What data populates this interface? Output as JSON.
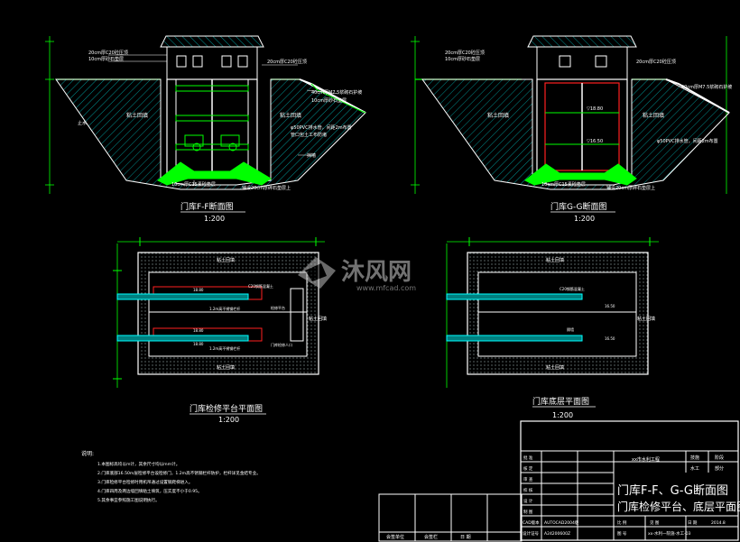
{
  "drawing": {
    "section_ff": {
      "title": "门库F-F断面图",
      "scale": "1:200",
      "labels": {
        "cap1": "20cm厚C20砼压顶",
        "cap2": "10cm厚砂石垫层",
        "top_right": "20cm厚C20砼压顶",
        "slope_protect": "40cm厚M7.5浆砌石护坡",
        "slope2": "10cm厚砂石垫层",
        "backfill_left": "粘土回填",
        "backfill_right": "粘土回填",
        "drain1": "φ50PVC排水管，间距2m布置",
        "drain2": "管口包土工布防堵",
        "inner": "止水",
        "wall": "挡墙",
        "bottom": "10cm厚C15素砼垫层",
        "bottom2": "铺设20cm厚碎石垫层上"
      }
    },
    "section_gg": {
      "title": "门库G-G断面图",
      "scale": "1:200",
      "labels": {
        "cap1": "20cm厚C20砼压顶",
        "cap2": "10cm厚砂石垫层",
        "top_right": "20cm厚C20砼压顶",
        "slope_protect": "40cm厚M7.5浆砌石护坡",
        "backfill_left": "粘土回填",
        "backfill_right": "粘土回填",
        "elev1": "▽18.80",
        "elev2": "▽16.50",
        "drain1": "φ50PVC排水管，间距2m布置",
        "bottom": "10cm厚C15素砼垫层",
        "bottom2": "铺设20cm厚碎石垫层上"
      }
    },
    "plan_left": {
      "title": "门库检修平台平面图",
      "scale": "1:200",
      "labels": {
        "top": "粘土回填",
        "bottom": "粘土回填",
        "right": "粘土回填",
        "elev_a": "18.80",
        "elev_b": "18.80",
        "elev_c": "18.80",
        "note1": "C20钢筋混凝土",
        "note2": "1.2m高不锈钢栏杆",
        "note3": "检修平台",
        "note4": "门库检修人口",
        "note5": "1.2m高不锈钢栏杆"
      }
    },
    "plan_right": {
      "title": "门库底层平面图",
      "scale": "1:200",
      "labels": {
        "top": "粘土回填",
        "bottom": "粘土回填",
        "right": "粘土回填",
        "elev_a": "16.50",
        "elev_b": "16.50",
        "note1": "C20钢筋混凝土",
        "note2": "隔墙"
      }
    },
    "notes": {
      "heading": "说明:",
      "lines": [
        "1.本图标高均以m计，其余尺寸均以mm计。",
        "2.门库底部16.50m层检修平台设检修门，1.2m高不锈钢栏杆防护，栏杆详见金结专业。",
        "3.门库检修平台检修时用机吊通过设置钢爬梯进入。",
        "4.门库四周及两边墙回填粘土填筑，压实度不小于0.95。",
        "5.其余事宜参照施工图说明执行。"
      ]
    },
    "title_block": {
      "company": "xx市水利工程",
      "stage_lbl": "技施",
      "stage_val": "阶段",
      "spec_lbl": "水工",
      "spec_val": "部分",
      "rows": [
        "批 准",
        "核 定",
        "审 查",
        "校 核",
        "设 计",
        "制 图",
        "设计证号"
      ],
      "cad_lbl": "CAD版本",
      "cad_val": "AUTOCAD2004版",
      "cert_val": "A24200600Z",
      "title_line1": "门库F-F、G-G断面图",
      "title_line2": "门库检修平台、底层平面图",
      "scale_lbl": "比 例",
      "scale_val": "见 图",
      "date_lbl": "日 期",
      "date_val": "2014.8",
      "figno_lbl": "图 号",
      "figno_val": "xx-水利一院施-水工-03"
    },
    "bottom_stamps": [
      "会签单位",
      "会签栏",
      "日 期"
    ],
    "watermark": {
      "brand_cn": "沐风网",
      "url": "www.mfcad.com"
    },
    "colors": {
      "background": "#000000",
      "outline": "#ffffff",
      "hatch": "#00c8c8",
      "fill_green": "#00ff00",
      "dimension": "#00ff00",
      "red": "#ff2020",
      "text": "#ffffff",
      "title_text": "#ffffff"
    }
  }
}
